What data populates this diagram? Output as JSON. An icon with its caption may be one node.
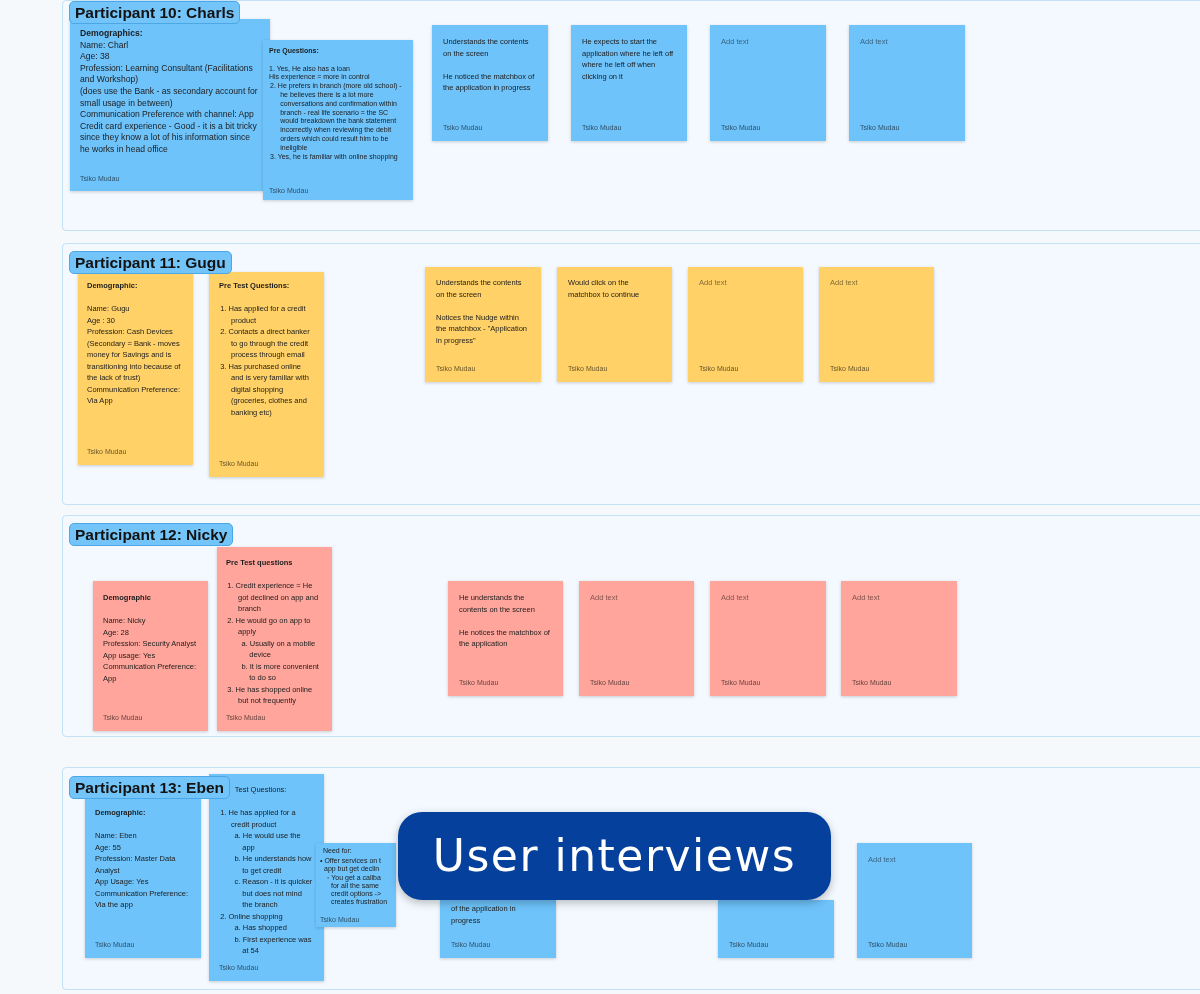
{
  "diagram": {
    "title": "User interviews",
    "nodes": [
      {
        "text": [
          "Participant 10: Charls"
        ]
      },
      {
        "text": [
          "Demographics:",
          "Name: Charl",
          "Age: 38",
          "Profession: Learning Consultant (Facilitations and Workshop)",
          "(does use the Bank - as secondary account for small usage in between)",
          "Communication Preference with channel: App",
          "Credit card experience - Good - it is a bit tricky since they know a lot of his information since he works in head office",
          "Tsiko Mudau"
        ],
        "in": 0
      },
      {
        "text": [
          "Pre Questions:",
          "1. Yes, He also has a loan",
          "His experience = more in control",
          "2. He prefers in branch (more old school) - he believes there is a lot more conversations and confirmation within branch - real life scenario = the SC would breakdown the bank statement incorrectly when reviewing the debit orders which could result him to be ineligible",
          "3. Yes, he is familiar with online shopping",
          "Tsiko Mudau"
        ],
        "in": 0
      },
      {
        "text": [
          "Understands the contents on the screen",
          "He noticed the matchbox of the application in progress",
          "Tsiko Mudau"
        ],
        "in": 0
      },
      {
        "text": [
          "He expects to start the application where he left off where he left off when clicking on it",
          "Tsiko Mudau"
        ],
        "in": 0
      },
      {
        "text": [
          "Add text",
          "Tsiko Mudau"
        ],
        "in": 0
      },
      {
        "text": [
          "Add text",
          "Tsiko Mudau"
        ],
        "in": 0
      },
      {
        "text": [
          "Participant 11: Gugu"
        ]
      },
      {
        "text": [
          "Demographic:",
          "Name: Gugu",
          "Age : 30",
          "Profession: Cash Devices",
          "(Secondary = Bank - moves money for Savings and is transitioning into because of the lack of trust)",
          "Communication Preference: Via App",
          "Tsiko Mudau"
        ],
        "in": 7
      },
      {
        "text": [
          "Pre Test Questions:",
          "1. Has applied for a credit product",
          "2. Contacts a direct banker to go through the credit process through email",
          "3. Has purchased online and is very familiar with digital shopping (groceries, clothes and banking etc)",
          "Tsiko Mudau"
        ],
        "in": 7
      },
      {
        "text": [
          "Understands the contents on the screen",
          "Notices the Nudge within the matchbox - \"Application in progress\"",
          "Tsiko Mudau"
        ],
        "in": 7
      },
      {
        "text": [
          "Would click on the matchbox to continue",
          "Tsiko Mudau"
        ],
        "in": 7
      },
      {
        "text": [
          "Add text",
          "Tsiko Mudau"
        ],
        "in": 7
      },
      {
        "text": [
          "Add text",
          "Tsiko Mudau"
        ],
        "in": 7
      },
      {
        "text": [
          "Participant 12: Nicky"
        ]
      },
      {
        "text": [
          "Demographic",
          "Name: Nicky",
          "Age: 28",
          "Profession: Security Analyst",
          "App usage: Yes",
          "Communication Preference: App",
          "Tsiko Mudau"
        ],
        "in": 14
      },
      {
        "text": [
          "Pre Test questions",
          "1. Credit experience = He got declined on app and branch",
          "2. He would go on app to apply",
          "a. Usually on a mobile device",
          "b. It is more convenient to do so",
          "3. He has shopped online but not frequently",
          "Tsiko Mudau"
        ],
        "in": 14
      },
      {
        "text": [
          "He understands the contents on the screen",
          "He notices the matchbox of the application",
          "Tsiko Mudau"
        ],
        "in": 14
      },
      {
        "text": [
          "Add text",
          "Tsiko Mudau"
        ],
        "in": 14
      },
      {
        "text": [
          "Add text",
          "Tsiko Mudau"
        ],
        "in": 14
      },
      {
        "text": [
          "Add text",
          "Tsiko Mudau"
        ],
        "in": 14
      },
      {
        "text": [
          "Participant 13: Eben"
        ]
      },
      {
        "text": [
          "Demographic:",
          "Name: Eben",
          "Age: 55",
          "Profession: Master Data Analyst",
          "App Usage: Yes",
          "Communication Preference: Via the app",
          "Tsiko Mudau"
        ],
        "in": 21
      },
      {
        "text": [
          "Test Questions:",
          "1. He has applied for a credit product",
          "a. He would use the app",
          "b. He understands how to get credit",
          "c. Reason - it is quicker but does not mind the branch",
          "2. Online shopping",
          "a. Has shopped",
          "b. First experience was at 54",
          "Tsiko Mudau"
        ],
        "in": 21
      },
      {
        "text": [
          "Need for:",
          "• Offer services on t",
          "app but get declin",
          "◦ You get a callba",
          "for all the same",
          "credit options ->",
          "creates frustration",
          "Tsiko Mudau"
        ],
        "in": 21
      },
      {
        "text": [
          "of the application in progress",
          "Tsiko Mudau"
        ],
        "in": 21
      },
      {
        "text": [
          "Tsiko Mudau"
        ],
        "in": 21
      },
      {
        "text": [
          "Add text",
          "Tsiko Mudau"
        ],
        "in": 21
      }
    ]
  }
}
